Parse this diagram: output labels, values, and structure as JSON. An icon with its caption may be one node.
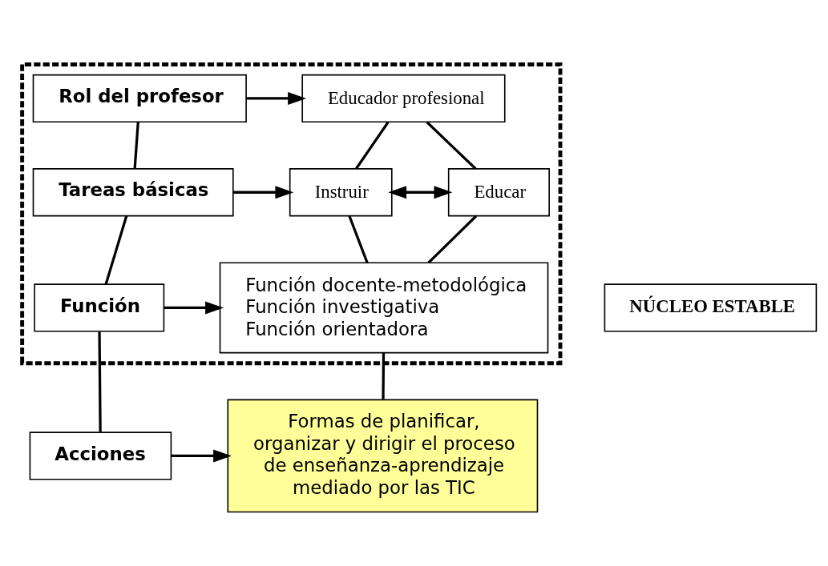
{
  "diagram": {
    "nodes": [
      {
        "text": [],
        "shape": "box"
      },
      {
        "text": [
          "Rol del profesor"
        ],
        "in": 0
      },
      {
        "text": [
          "Educador profesional"
        ],
        "in": 0
      },
      {
        "text": [
          "Tareas básicas"
        ],
        "in": 0
      },
      {
        "text": [
          "Instruir"
        ],
        "in": 0
      },
      {
        "text": [
          "Educar"
        ],
        "in": 0
      },
      {
        "text": [
          "Función"
        ],
        "in": 0
      },
      {
        "text": [
          "Función docente-metodológica",
          "Función investigativa",
          "Función orientadora"
        ],
        "in": 0
      },
      {
        "text": [
          "Acciones"
        ]
      },
      {
        "text": [
          "Formas de planificar, organizar y dirigir el proceso de enseñanza-aprendizaje mediado por las TIC"
        ]
      },
      {
        "text": [
          "NÚCLEO ESTABLE"
        ]
      }
    ],
    "edges": [
      {
        "from": 1,
        "to": 2,
        "arrow": "to"
      },
      {
        "from": 1,
        "to": 3,
        "arrow": "none"
      },
      {
        "from": 3,
        "to": 4,
        "arrow": "to"
      },
      {
        "from": 2,
        "to": 4,
        "arrow": "none"
      },
      {
        "from": 2,
        "to": 5,
        "arrow": "none"
      },
      {
        "from": 4,
        "to": 5,
        "arrow": "both"
      },
      {
        "from": 3,
        "to": 6,
        "arrow": "none"
      },
      {
        "from": 4,
        "to": 7,
        "arrow": "none"
      },
      {
        "from": 5,
        "to": 7,
        "arrow": "none"
      },
      {
        "from": 6,
        "to": 7,
        "arrow": "to"
      },
      {
        "from": 6,
        "to": 8,
        "arrow": "none"
      },
      {
        "from": 7,
        "to": 9,
        "arrow": "none"
      },
      {
        "from": 8,
        "to": 9,
        "arrow": "to"
      }
    ]
  }
}
